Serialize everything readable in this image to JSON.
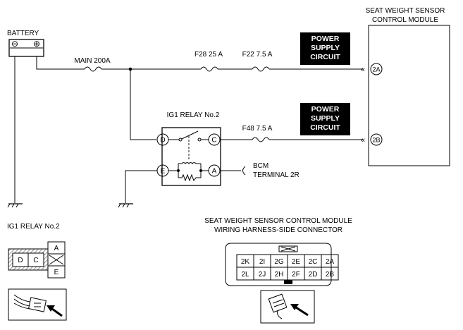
{
  "module": {
    "title_line1": "SEAT WEIGHT SENSOR",
    "title_line2": "CONTROL MODULE"
  },
  "battery": {
    "label": "BATTERY",
    "neg": "⊖",
    "pos": "⊕"
  },
  "main_fuse": {
    "label": "MAIN 200A"
  },
  "fuses": [
    {
      "label": "F28 25 A"
    },
    {
      "label": "F22 7.5 A"
    },
    {
      "label": "F48 7.5 A"
    }
  ],
  "power_boxes": [
    {
      "line1": "POWER",
      "line2": "SUPPLY",
      "line3": "CIRCUIT"
    },
    {
      "line1": "POWER",
      "line2": "SUPPLY",
      "line3": "CIRCUIT"
    }
  ],
  "module_terminals": [
    "2A",
    "2B"
  ],
  "relay": {
    "title": "IG1 RELAY No.2",
    "terminals": {
      "d": "D",
      "c": "C",
      "e": "E",
      "a": "A"
    }
  },
  "bcm": {
    "line1": "BCM",
    "line2": "TERMINAL 2R"
  },
  "relay_connector": {
    "title": "IG1 RELAY No.2",
    "pins": {
      "d": "D",
      "c": "C",
      "a": "A",
      "e": "E"
    }
  },
  "module_connector": {
    "title_line1": "SEAT WEIGHT SENSOR CONTROL MODULE",
    "title_line2": "WIRING HARNESS-SIDE CONNECTOR",
    "row1": [
      "2K",
      "2I",
      "2G",
      "2E",
      "2C",
      "2A"
    ],
    "row2": [
      "2L",
      "2J",
      "2H",
      "2F",
      "2D",
      "2B"
    ]
  },
  "colors": {
    "line": "#000000",
    "label_box": "#000000",
    "label_text": "#ffffff"
  }
}
